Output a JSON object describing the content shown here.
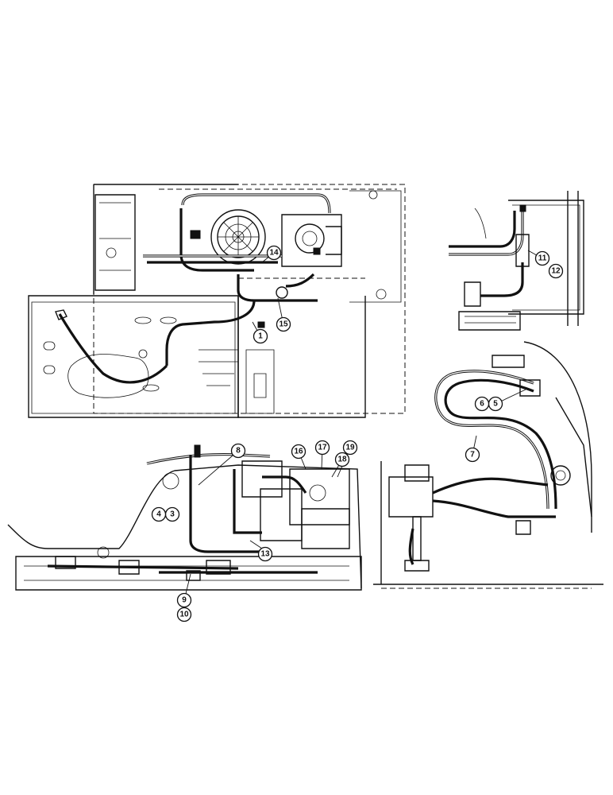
{
  "callouts": {
    "c1": "1",
    "c3": "3",
    "c4": "4",
    "c5": "5",
    "c6": "6",
    "c7": "7",
    "c8": "8",
    "c9": "9",
    "c10": "10",
    "c11": "11",
    "c12": "12",
    "c13": "13",
    "c14": "14",
    "c15": "15",
    "c16": "16",
    "c17": "17",
    "c18": "18",
    "c19": "19"
  }
}
